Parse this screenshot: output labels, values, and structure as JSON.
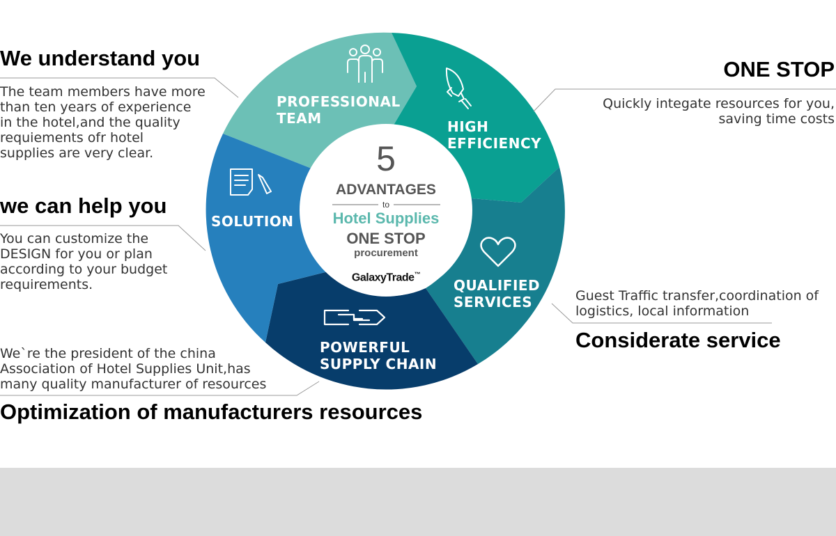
{
  "left_blocks": [
    {
      "heading": "We understand you",
      "description": "The team members have more\nthan ten years of experience\nin the hotel,and the quality\nrequiements ofr hotel\nsupplies are very clear."
    },
    {
      "heading": "we can help you",
      "description": "You can customize the\nDESIGN for you or plan\naccording to your budget\nrequirements."
    },
    {
      "heading": "Optimization of manufacturers resources",
      "description": "We`re the president of the china\nAssociation of Hotel Supplies Unit,has\nmany quality manufacturer of resources"
    }
  ],
  "right_blocks": [
    {
      "heading": "ONE STOP",
      "description": "Quickly integate resources for you,\nsaving time costs"
    },
    {
      "heading": "Considerate service",
      "description": "Guest Traffic transfer,coordination of\nlogistics, local information"
    }
  ],
  "segments": [
    {
      "label": "PROFESSIONAL\nTEAM",
      "color": "#6cc0b6",
      "icon": "team-icon"
    },
    {
      "label": "HIGH\nEFFICIENCY",
      "color": "#0aa092",
      "icon": "rocket-icon"
    },
    {
      "label": "QUALIFIED\nSERVICES",
      "color": "#177f8f",
      "icon": "heart-icon"
    },
    {
      "label": "POWERFUL\nSUPPLY CHAIN",
      "color": "#073d6b",
      "icon": "chain-link-icon"
    },
    {
      "label": "SOLUTION",
      "color": "#2680bd",
      "icon": "document-pen-icon"
    }
  ],
  "center": {
    "number": "5",
    "advantages": "ADVANTAGES",
    "to": "to",
    "hotel_supplies": "Hotel Supplies",
    "one_stop": "ONE STOP",
    "procurement": "procurement",
    "brand": "GalaxyTrade",
    "trademark": "™"
  },
  "colors": {
    "accent_teal": "#5bb8ad",
    "dark_text": "#333333",
    "band": "#dcdcdc"
  }
}
